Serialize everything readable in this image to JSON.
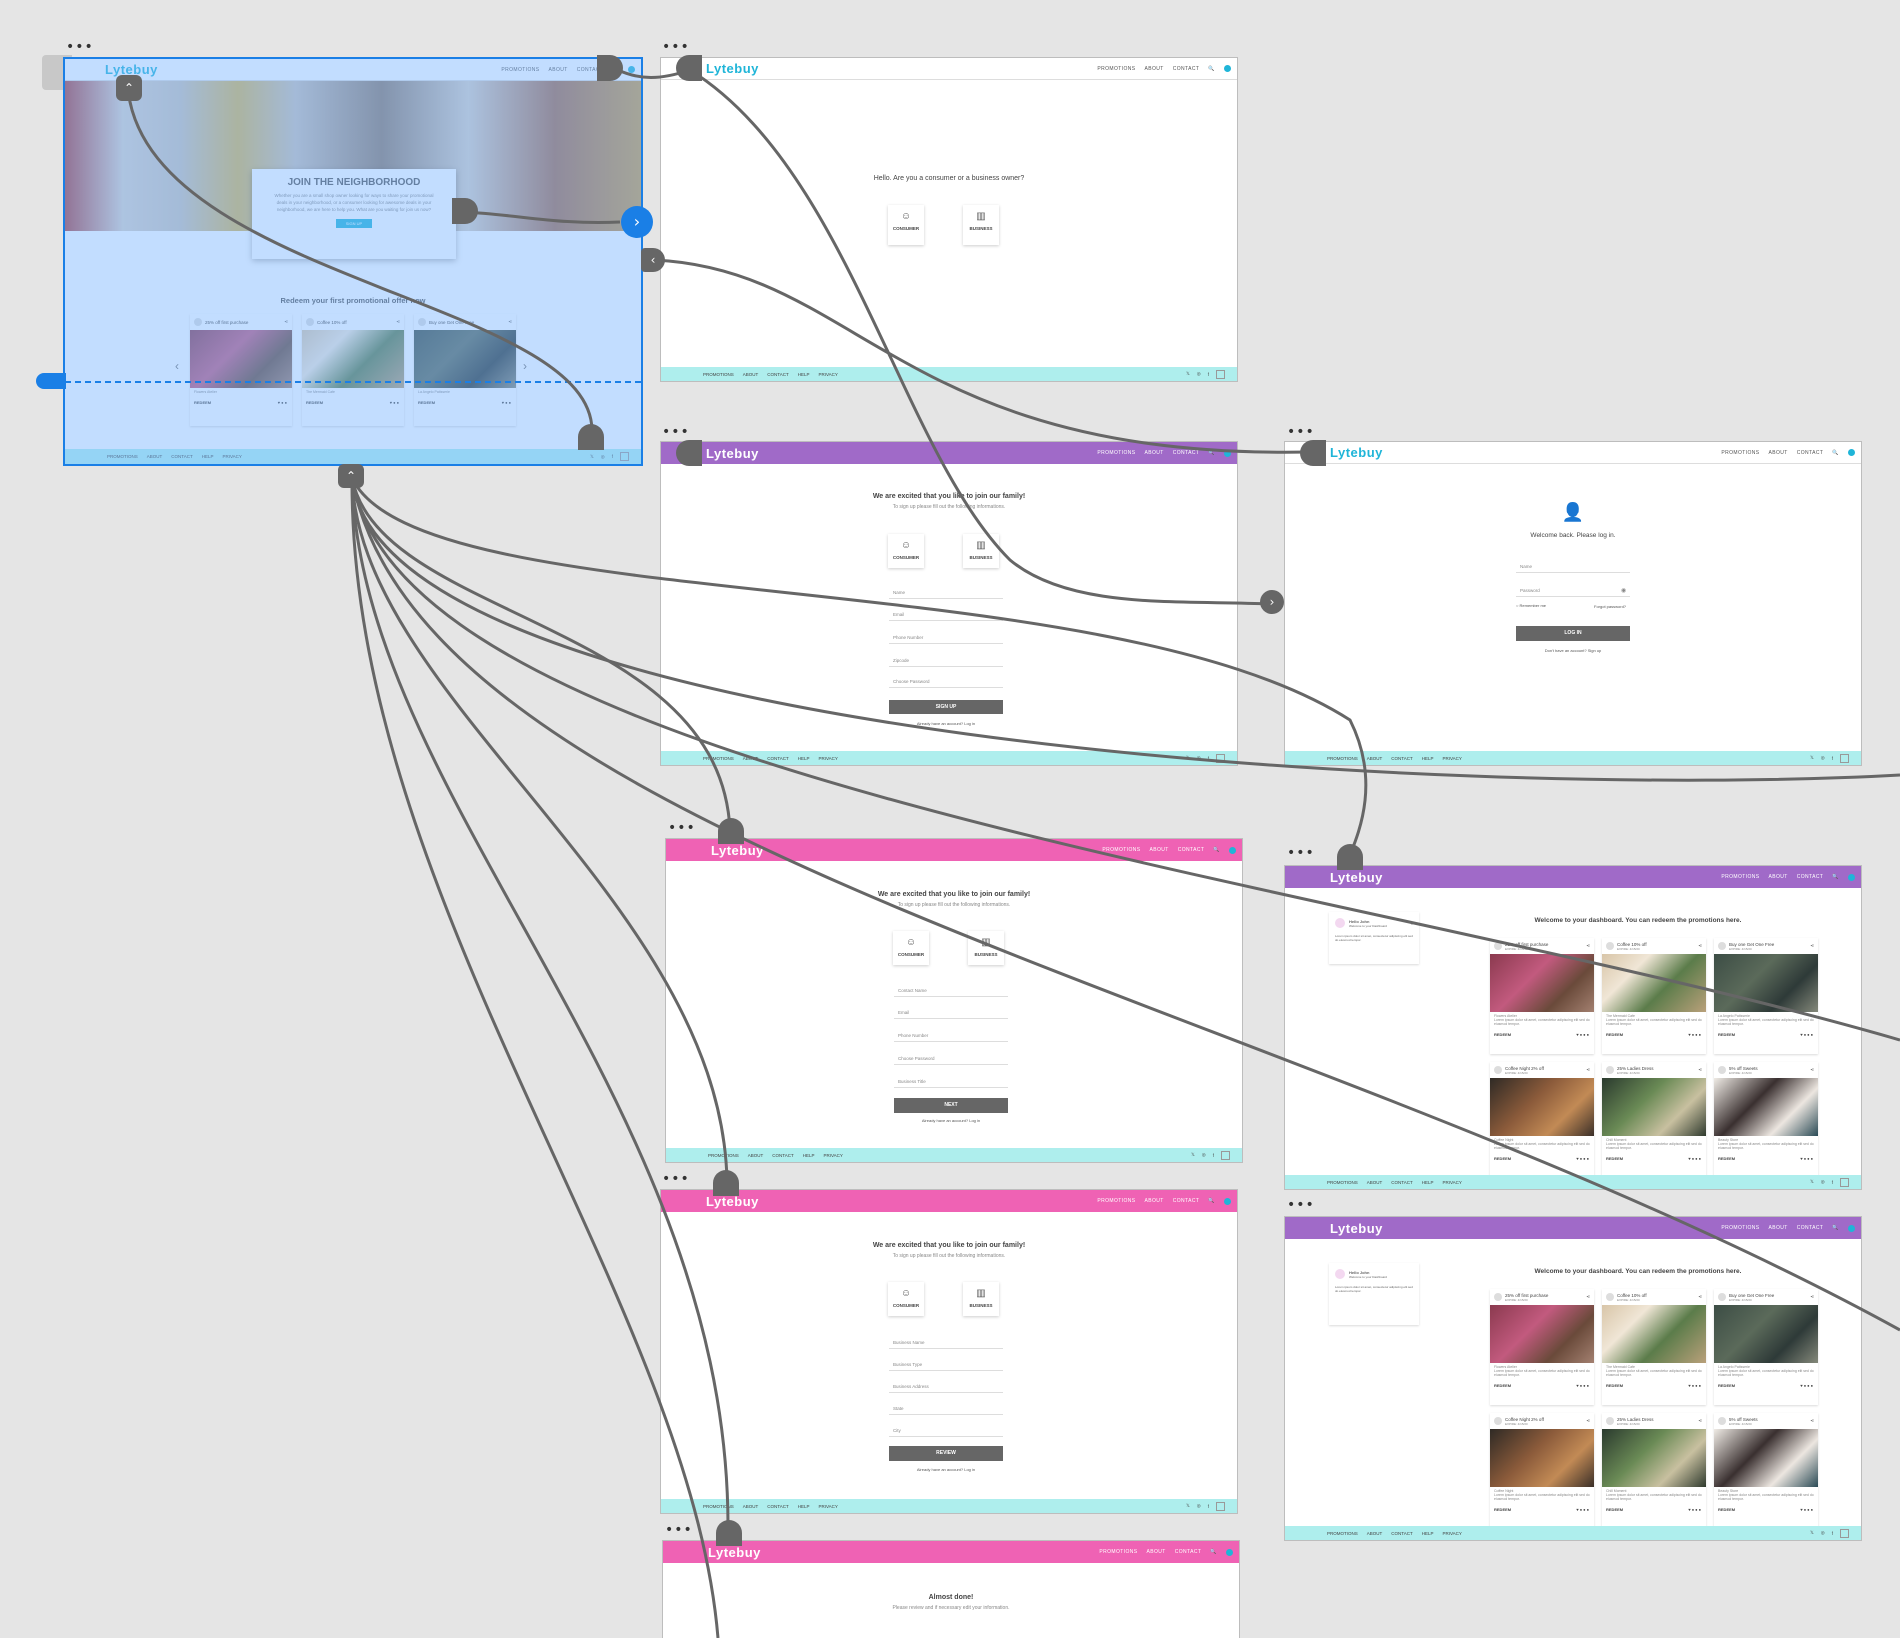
{
  "brand": "Lytebuy",
  "nav": {
    "promotions": "PROMOTIONS",
    "about": "ABOUT",
    "contact": "CONTACT",
    "search_icon": "🔍"
  },
  "footer": {
    "items": [
      "PROMOTIONS",
      "ABOUT",
      "CONTACT",
      "HELP",
      "PRIVACY"
    ],
    "social": [
      "𝕏",
      "◎",
      "f"
    ]
  },
  "menu_dots": "•••",
  "home": {
    "hero_title": "JOIN THE NEIGHBORHOOD",
    "hero_text": "Whether you are a small shop owner looking for ways to share your promotional deals in your neighborhood, or a consumer looking for awesome deals in your neighborhood, we are here to help you. What are you waiting for join us now?",
    "signup_btn": "SIGN UP",
    "section_title": "Redeem your first promotional offer now",
    "cards": [
      {
        "title": "25% off first purchase",
        "expire": "EXPIRE: 4/15/20",
        "name": "Flowers Atelier",
        "redeem": "REDEEM"
      },
      {
        "title": "Coffee 10% off",
        "expire": "EXPIRE: 4/15/20",
        "name": "The Mermaid Cafe",
        "redeem": "REDEEM"
      },
      {
        "title": "Buy one Get One Free",
        "expire": "EXPIRE: 4/15/20",
        "name": "La Angelo Patisserie",
        "redeem": "REDEEM"
      }
    ]
  },
  "choose": {
    "question": "Hello. Are you a consumer or a business owner?",
    "consumer": "CONSUMER",
    "business": "BUSINESS"
  },
  "signup_consumer": {
    "title": "We are excited that you like to join our family!",
    "subtitle": "To sign up please fill out the following informations.",
    "fields": [
      "Name",
      "Email",
      "Phone Number",
      "Zipcode",
      "Choose Password"
    ],
    "button": "SIGN UP",
    "login_link": "Already have an account? Log in"
  },
  "login": {
    "welcome": "Welcome back. Please log in.",
    "fields": [
      "Name",
      "Password"
    ],
    "remember": "Remember me",
    "forgot": "Forgot password?",
    "button": "LOG IN",
    "signup_link": "Don't have an account? Sign up"
  },
  "signup_business1": {
    "title": "We are excited that you like to join our family!",
    "subtitle": "To sign up please fill out the following informations.",
    "fields": [
      "Contact Name",
      "Email",
      "Phone Number",
      "Choose Password",
      "Business Title"
    ],
    "button": "NEXT",
    "login_link": "Already have an account? Log in"
  },
  "signup_business2": {
    "title": "We are excited that you like to join our family!",
    "subtitle": "To sign up please fill out the following informations.",
    "fields": [
      "Business Name",
      "Business Type",
      "Business Address",
      "State",
      "City"
    ],
    "button": "REVIEW",
    "login_link": "Already have an account? Log in"
  },
  "review": {
    "title": "Almost done!",
    "subtitle": "Please review and if necessary edit your information."
  },
  "dashboard": {
    "greeting": "Hello John",
    "greeting_sub": "Welcome to your Dashboard",
    "welcome": "Welcome to your dashboard. You can redeem the promotions here.",
    "cards": [
      {
        "title": "25% off first purchase",
        "expire": "EXPIRE: 4/15/20",
        "name": "Flowers Atelier",
        "redeem": "REDEEM"
      },
      {
        "title": "Coffee 10% off",
        "expire": "EXPIRE: 4/15/20",
        "name": "The Mermaid Cafe",
        "redeem": "REDEEM"
      },
      {
        "title": "Buy one Get One Free",
        "expire": "EXPIRE: 4/15/20",
        "name": "La Angelo Patisserie",
        "redeem": "REDEEM"
      },
      {
        "title": "Coffee Night 2% off",
        "expire": "EXPIRE: 4/15/20",
        "name": "Coffee Night",
        "redeem": "REDEEM"
      },
      {
        "title": "25% Ladies Dress",
        "expire": "EXPIRE: 4/15/20",
        "name": "Chill Moment",
        "redeem": "REDEEM"
      },
      {
        "title": "5% off Sweets",
        "expire": "EXPIRE: 4/15/20",
        "name": "Beauty Store",
        "redeem": "REDEEM"
      }
    ],
    "card_desc": "Lorem ipsum dolor sit amet, consectetur adipiscing elit sed do eiusmod tempor."
  },
  "colors": {
    "accent": "#1fb5d8",
    "purple": "#a06ac8",
    "pink": "#ef62b4",
    "footer": "#aeeeed",
    "selection": "#1a7fe6",
    "connector": "#666666"
  }
}
